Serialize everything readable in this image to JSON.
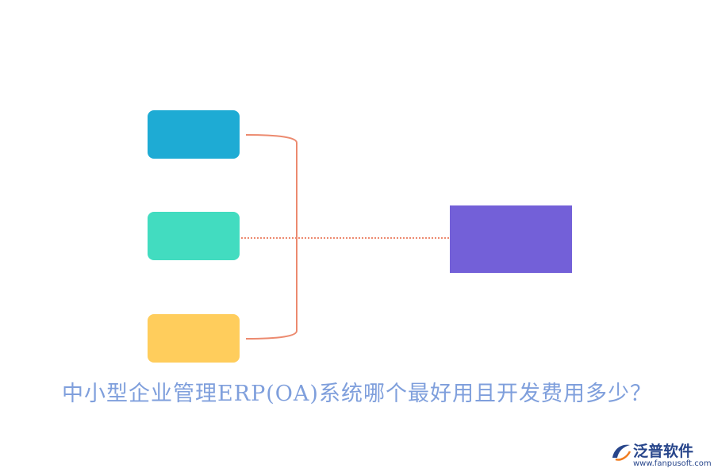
{
  "diagram": {
    "title": "中小型企业管理ERP(OA)系统哪个最好用且开发费用多少？",
    "nodes": [
      {
        "id": "blue",
        "label": "",
        "color": "#1eabd4"
      },
      {
        "id": "teal",
        "label": "",
        "color": "#42dcc0"
      },
      {
        "id": "yellow",
        "label": "",
        "color": "#ffcd5c"
      },
      {
        "id": "purple",
        "label": "",
        "color": "#7360d8"
      }
    ],
    "connector_color": "#ec8a6f"
  },
  "colors": {
    "title": "#7f9fdc",
    "logo_text": "#27458b",
    "logo_accent": "#f07c20",
    "background": "#ffffff"
  },
  "watermark": {
    "brand_name": "泛普软件",
    "url": "www.fanpusoft.com",
    "icon": "fanpu-logo-icon"
  }
}
